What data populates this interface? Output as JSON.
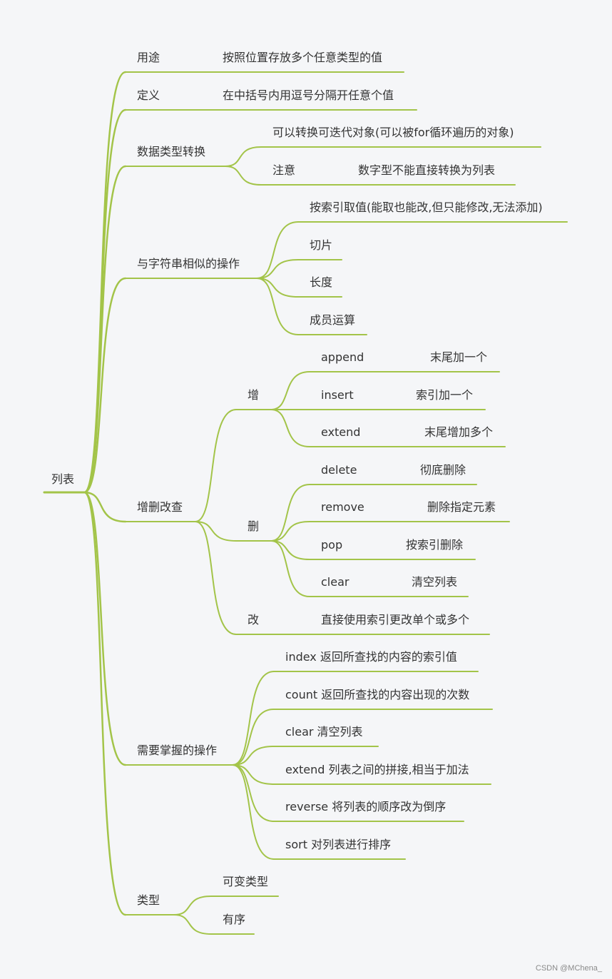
{
  "mindmap": {
    "root": "列表",
    "branches": {
      "usage": {
        "label": "用途",
        "note": "按照位置存放多个任意类型的值"
      },
      "definition": {
        "label": "定义",
        "note": "在中括号内用逗号分隔开任意个值"
      },
      "conversion": {
        "label": "数据类型转换",
        "iterable": "可以转换可迭代对象(可以被for循环遍历的对象)",
        "attention_label": "注意",
        "attention_note": "数字型不能直接转换为列表"
      },
      "string_like": {
        "label": "与字符串相似的操作",
        "items": [
          "按索引取值(能取也能改,但只能修改,无法添加)",
          "切片",
          "长度",
          "成员运算"
        ]
      },
      "crud": {
        "label": "增删改查",
        "add": {
          "label": "增",
          "items": [
            {
              "name": "append",
              "desc": "末尾加一个"
            },
            {
              "name": "insert",
              "desc": "索引加一个"
            },
            {
              "name": "extend",
              "desc": "末尾增加多个"
            }
          ]
        },
        "delete": {
          "label": "删",
          "items": [
            {
              "name": "delete",
              "desc": "彻底删除"
            },
            {
              "name": "remove",
              "desc": "删除指定元素"
            },
            {
              "name": "pop",
              "desc": "按索引删除"
            },
            {
              "name": "clear",
              "desc": "清空列表"
            }
          ]
        },
        "modify": {
          "label": "改",
          "desc": "直接使用索引更改单个或多个"
        }
      },
      "must_know": {
        "label": "需要掌握的操作",
        "items": [
          "index 返回所查找的内容的索引值",
          "count 返回所查找的内容出现的次数",
          "clear 清空列表",
          "extend 列表之间的拼接,相当于加法",
          "reverse 将列表的顺序改为倒序",
          "sort 对列表进行排序"
        ]
      },
      "type": {
        "label": "类型",
        "items": [
          "可变类型",
          "有序"
        ]
      }
    },
    "line_color": "#a3c449",
    "watermark": "CSDN @MChena_"
  }
}
